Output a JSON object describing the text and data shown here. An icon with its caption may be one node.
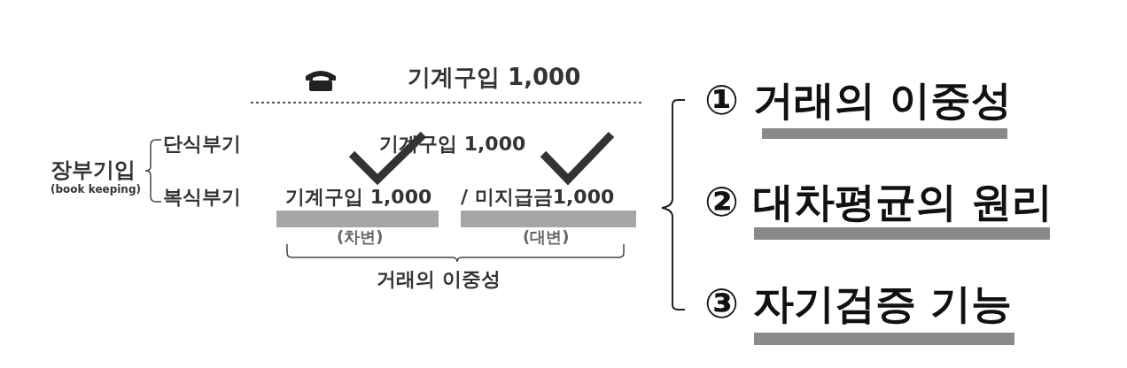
{
  "diagram": {
    "labels": [
      "기계구입 1,000",
      "① 거래의 이중성",
      "단식부기",
      "기계구입 1,000",
      "장부기입",
      "(book keeping)",
      "② 대차평균의 원리",
      "복식부기",
      "기계구입 1,000",
      "/ 미지급금1,000",
      "(차변)",
      "(대변)",
      "거래의 이중성",
      "③ 자기검증 기능"
    ]
  }
}
